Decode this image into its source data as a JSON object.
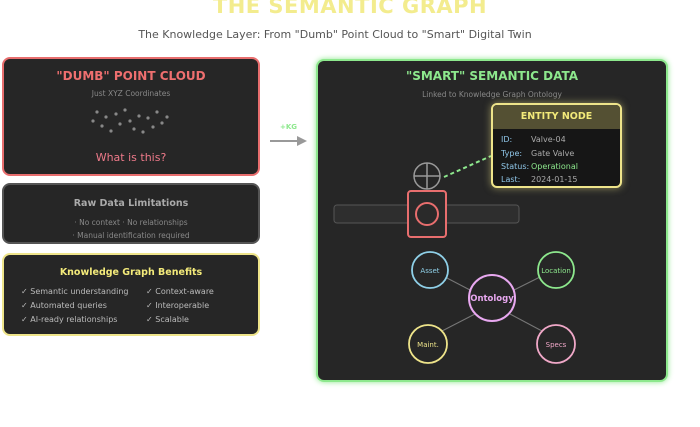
{
  "header": {
    "title": "THE SEMANTIC GRAPH",
    "subtitle": "The Knowledge Layer: From \"Dumb\" Point Cloud to \"Smart\" Digital Twin"
  },
  "dumb": {
    "title": "\"DUMB\" POINT CLOUD",
    "subtitle": "Just XYZ Coordinates",
    "question": "What is this?"
  },
  "limits": {
    "title": "Raw Data Limitations",
    "line1": "· No context · No relationships",
    "line2": "· Manual identification required"
  },
  "benefits": {
    "title": "Knowledge Graph Benefits",
    "items": [
      "✓ Semantic understanding",
      "✓ Context-aware",
      "✓ Automated queries",
      "✓ Interoperable",
      "✓ AI-ready relationships",
      "✓ Scalable"
    ]
  },
  "arrow_label": "+KG",
  "smart": {
    "title": "\"SMART\" SEMANTIC DATA",
    "subtitle": "Linked to Knowledge Graph Ontology"
  },
  "entity": {
    "title": "ENTITY NODE",
    "rows": [
      {
        "k": "ID:",
        "v": "Valve-04"
      },
      {
        "k": "Type:",
        "v": "Gate Valve"
      },
      {
        "k": "Status:",
        "v": "Operational"
      },
      {
        "k": "Last:",
        "v": "2024-01-15"
      }
    ]
  },
  "graph": {
    "center": "Ontology",
    "nodes": [
      "Asset",
      "Location",
      "Maint.",
      "Specs"
    ]
  },
  "colors": {
    "red": "#ef6f6f",
    "green": "#8de88d",
    "yellow": "#f3ea7a",
    "blue": "#8fd0e8",
    "pink": "#f0a8c8",
    "violet": "#e8a8f0"
  }
}
